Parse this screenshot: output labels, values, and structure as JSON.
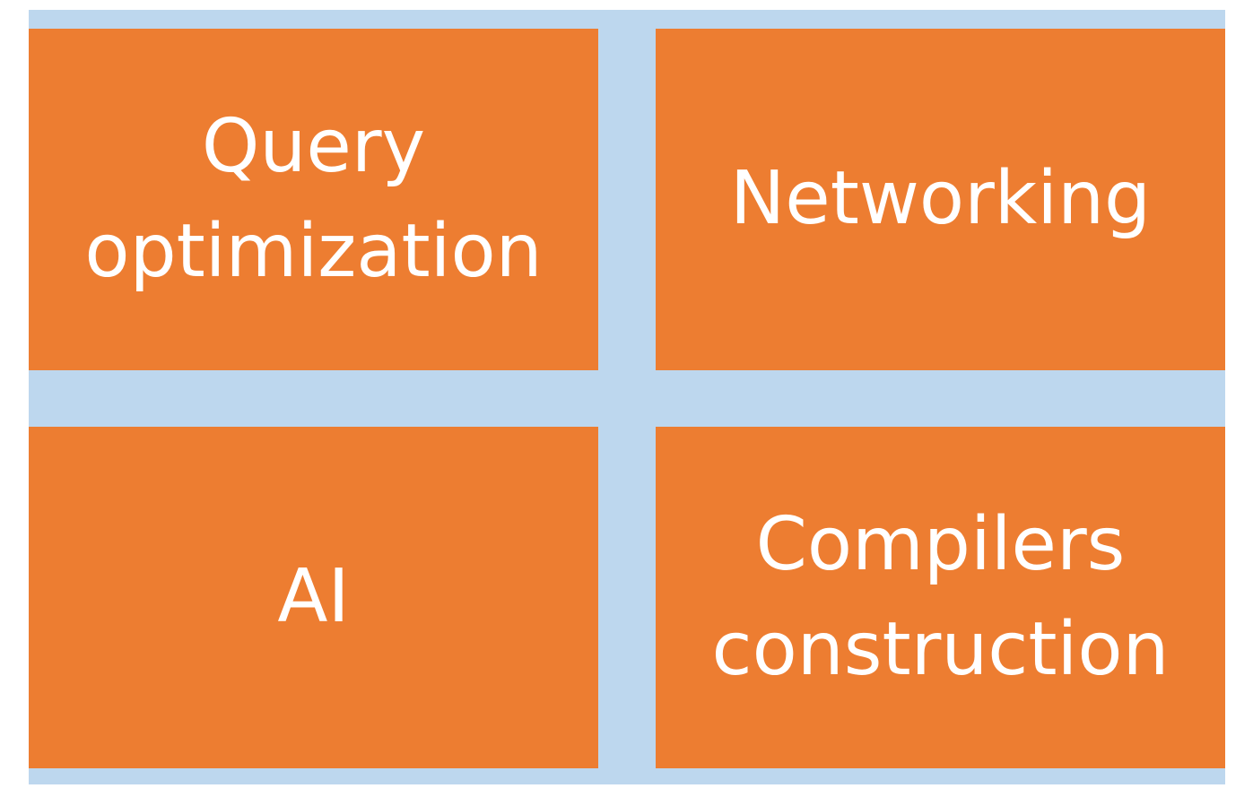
{
  "colors": {
    "background": "#bdd7ee",
    "tile": "#ed7d31",
    "text": "#ffffff"
  },
  "tiles": [
    {
      "label": "Query\noptimization"
    },
    {
      "label": "Networking"
    },
    {
      "label": "AI"
    },
    {
      "label": "Compilers\nconstruction"
    }
  ]
}
